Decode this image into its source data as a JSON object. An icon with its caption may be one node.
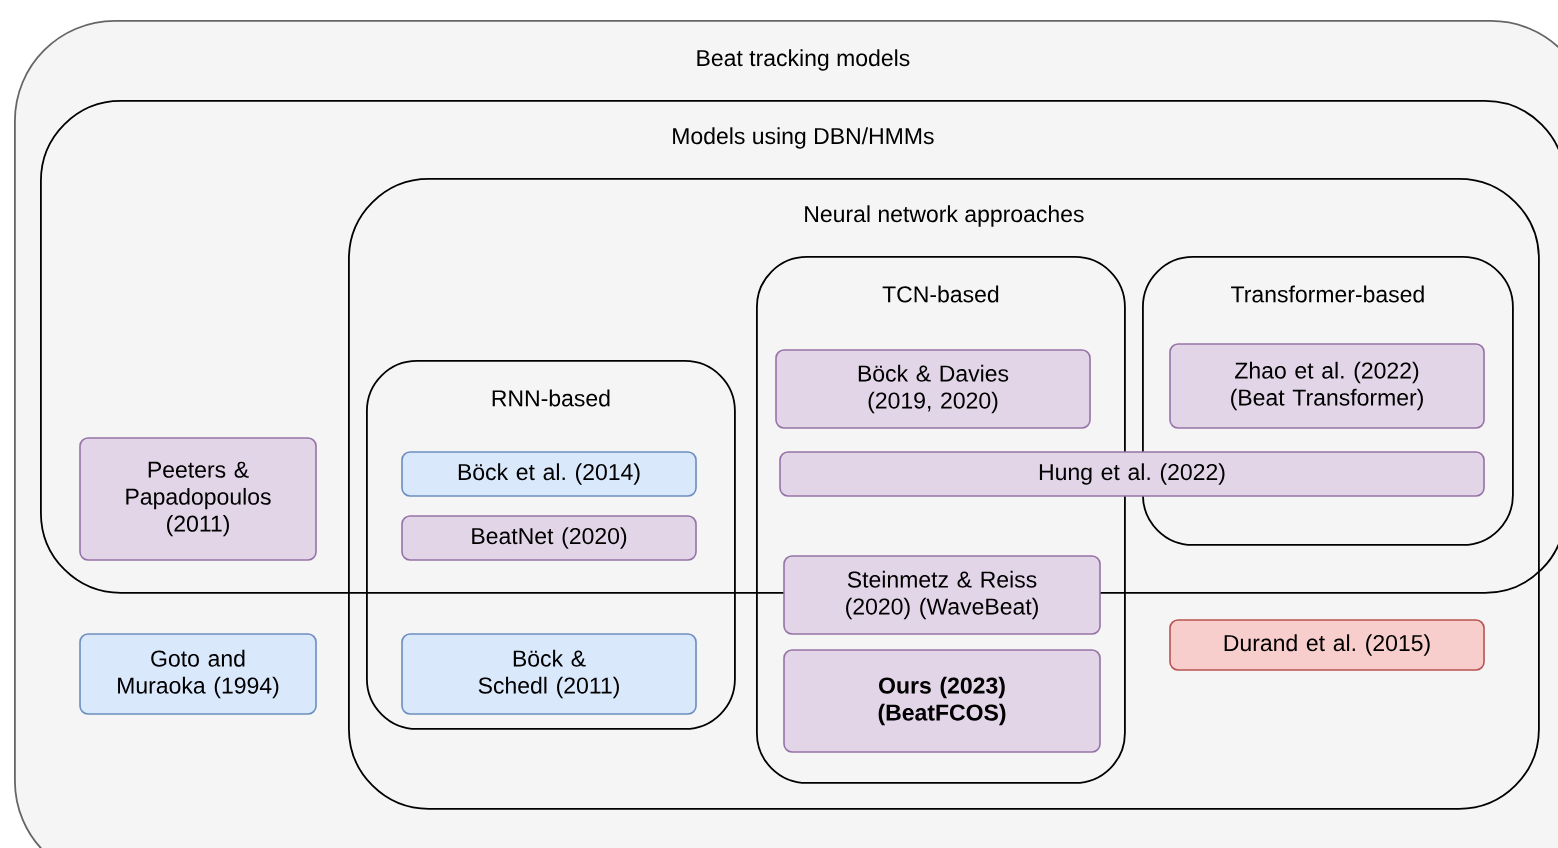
{
  "diagram": {
    "nodes": [
      {
        "text": [
          "Beat tracking models"
        ]
      },
      {
        "text": [
          "Models using DBN/HMMs"
        ],
        "in": 0
      },
      {
        "text": [
          "Neural network approaches"
        ],
        "in": 0
      },
      {
        "text": [
          "RNN-based"
        ],
        "in": 2
      },
      {
        "text": [
          "TCN-based"
        ],
        "in": 2
      },
      {
        "text": [
          "Transformer-based"
        ]
      },
      {
        "text": [
          "Peeters & Papadopoulos (2011)"
        ],
        "in": 1
      },
      {
        "text": [
          "Goto and Muraoka (1994)"
        ],
        "in": 0
      },
      {
        "text": [
          "Böck et al. (2014)"
        ]
      },
      {
        "text": [
          "BeatNet (2020)"
        ]
      },
      {
        "text": [
          "Böck & Schedl (2011)"
        ],
        "in": 3
      },
      {
        "text": [
          "Böck & Davies (2019, 2020)"
        ]
      },
      {
        "text": [
          "Hung et al. (2022)"
        ]
      },
      {
        "text": [
          "Zhao et al. (2022) (Beat Transformer)"
        ],
        "in": 5
      },
      {
        "text": [
          "Steinmetz & Reiss (2020) (WaveBeat)"
        ],
        "in": 4
      },
      {
        "text": [
          "Ours (2023) (BeatFCOS)"
        ],
        "in": 4
      },
      {
        "text": [
          "Durand et al. (2015)"
        ],
        "in": 2
      }
    ]
  }
}
